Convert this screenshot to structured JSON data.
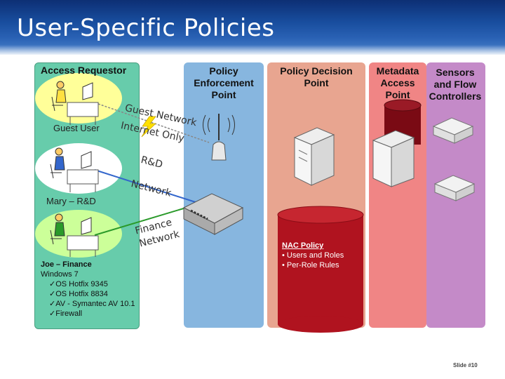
{
  "title": "User-Specific Policies",
  "columns": {
    "access_requestor": "Access Requestor",
    "pep": [
      "Policy",
      "Enforcement",
      "Point"
    ],
    "pdp": [
      "Policy Decision",
      "Point"
    ],
    "map": [
      "Metadata",
      "Access",
      "Point"
    ],
    "sensors": [
      "Sensors",
      "and Flow",
      "Controllers"
    ]
  },
  "users": {
    "guest": "Guest User",
    "mary": "Mary – R&D"
  },
  "networks": {
    "guest_1": "Guest Network",
    "guest_2": "Internet Only",
    "rd_1": "R&D",
    "rd_2": "Network",
    "fin_1": "Finance",
    "fin_2": "Network"
  },
  "joe": {
    "name": "Joe – Finance",
    "os": "Windows 7",
    "items": [
      "OS Hotfix 9345",
      "OS Hotfix 8834",
      "AV - Symantec AV 10.1",
      "Firewall"
    ]
  },
  "nac": {
    "title": "NAC Policy",
    "items": [
      "Users and Roles",
      "Per-Role Rules"
    ]
  },
  "slide_number": "Slide #10",
  "colors": {
    "header": "#184d9e",
    "access_requestor": "#67ccab",
    "pep": "#87b6df",
    "pdp": "#e8a590",
    "map": "#f08585",
    "sensors": "#c48ac8",
    "nac_db": "#b0131f"
  }
}
